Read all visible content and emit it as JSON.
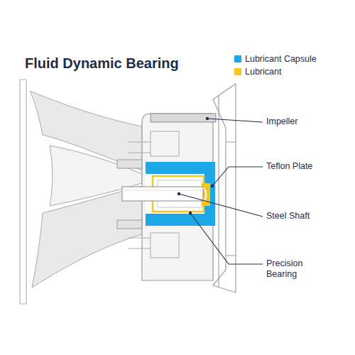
{
  "diagram": {
    "title": "Fluid Dynamic Bearing",
    "labels": [
      "Impeller",
      "Teflon Plate",
      "Steel Shaft",
      "Precision Bearing"
    ],
    "legend": [
      {
        "text": "Lubricant Capsule",
        "color": "#1ea7e6"
      },
      {
        "text": "Lubricant",
        "color": "#f7c51c"
      }
    ]
  }
}
